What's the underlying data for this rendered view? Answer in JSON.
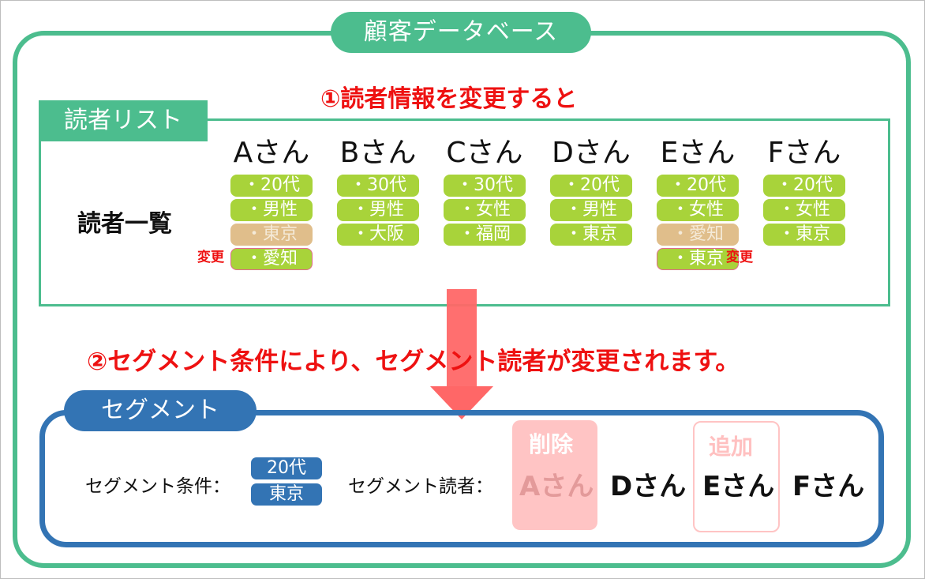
{
  "database": {
    "title": "顧客データベース"
  },
  "steps": {
    "step1": "①読者情報を変更すると",
    "step2": "②セグメント条件により、セグメント読者が変更されます。"
  },
  "reader_list": {
    "tab_label": "読者リスト",
    "list_label": "読者一覧",
    "change_label": "変更",
    "readers": [
      {
        "name": "Aさん",
        "tags": [
          "・20代",
          "・男性",
          "・東京",
          "・愛知"
        ]
      },
      {
        "name": "Bさん",
        "tags": [
          "・30代",
          "・男性",
          "・大阪"
        ]
      },
      {
        "name": "Cさん",
        "tags": [
          "・30代",
          "・女性",
          "・福岡"
        ]
      },
      {
        "name": "Dさん",
        "tags": [
          "・20代",
          "・男性",
          "・東京"
        ]
      },
      {
        "name": "Eさん",
        "tags": [
          "・20代",
          "・女性",
          "・愛知",
          "・東京"
        ]
      },
      {
        "name": "Fさん",
        "tags": [
          "・20代",
          "・女性",
          "・東京"
        ]
      }
    ]
  },
  "segment": {
    "title": "セグメント",
    "condition_label": "セグメント条件：",
    "conditions": [
      "20代",
      "東京"
    ],
    "readers_label": "セグメント読者：",
    "deleted_caption": "削除",
    "added_caption": "追加",
    "readers": [
      "Aさん",
      "Dさん",
      "Eさん",
      "Fさん"
    ]
  },
  "colors": {
    "database_green": "#4cbd8e",
    "tag_green": "#a8d33a",
    "segment_blue": "#3374b4",
    "emphasis_red": "#ee1111",
    "arrow_red": "#ff6767",
    "deleted_pink": "#ffc4c4"
  }
}
